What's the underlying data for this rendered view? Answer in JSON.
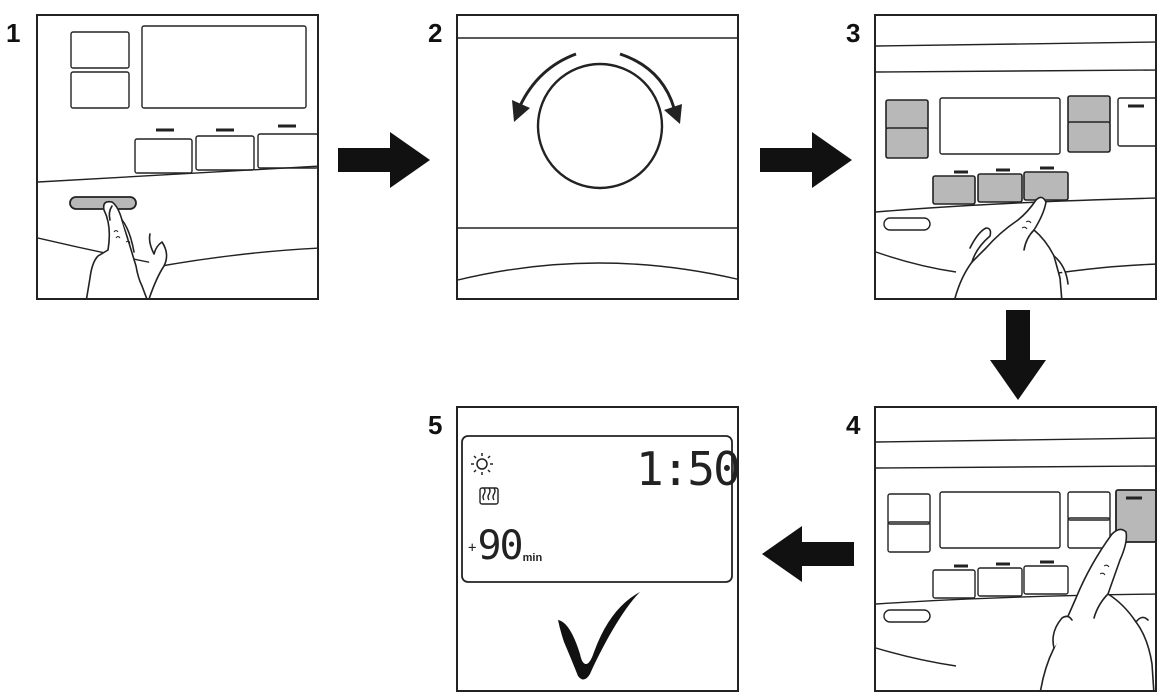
{
  "steps": [
    {
      "number": "1"
    },
    {
      "number": "2"
    },
    {
      "number": "3"
    },
    {
      "number": "4"
    },
    {
      "number": "5"
    }
  ],
  "display": {
    "time": "1:50",
    "extra_sign": "+",
    "extra_value": "90",
    "extra_unit": "min"
  },
  "icons": {
    "step1": "finger-press-button-icon",
    "step2": "rotary-knob-rotate-icon",
    "step3": "finger-press-option-button-icon",
    "step4": "finger-press-side-button-icon",
    "sun": "sun-icon",
    "steam": "steam-icon",
    "check": "checkmark-icon",
    "arrow": "arrow-icon"
  },
  "colors": {
    "line": "#222222",
    "pressed_button": "#b8b8b8",
    "background": "#ffffff"
  }
}
